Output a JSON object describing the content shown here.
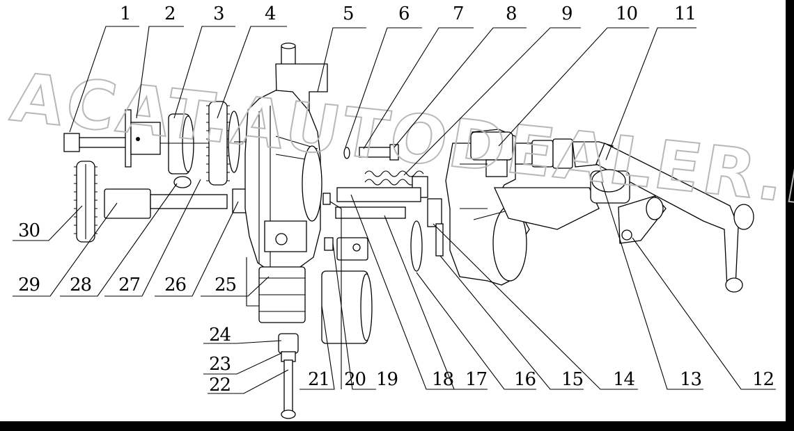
{
  "watermark": "ACAT.AUTODEALER.RU",
  "callouts": [
    "1",
    "2",
    "3",
    "4",
    "5",
    "6",
    "7",
    "8",
    "9",
    "10",
    "11",
    "12",
    "13",
    "14",
    "15",
    "16",
    "17",
    "18",
    "19",
    "20",
    "21",
    "22",
    "23",
    "24",
    "25",
    "26",
    "27",
    "28",
    "29",
    "30"
  ]
}
